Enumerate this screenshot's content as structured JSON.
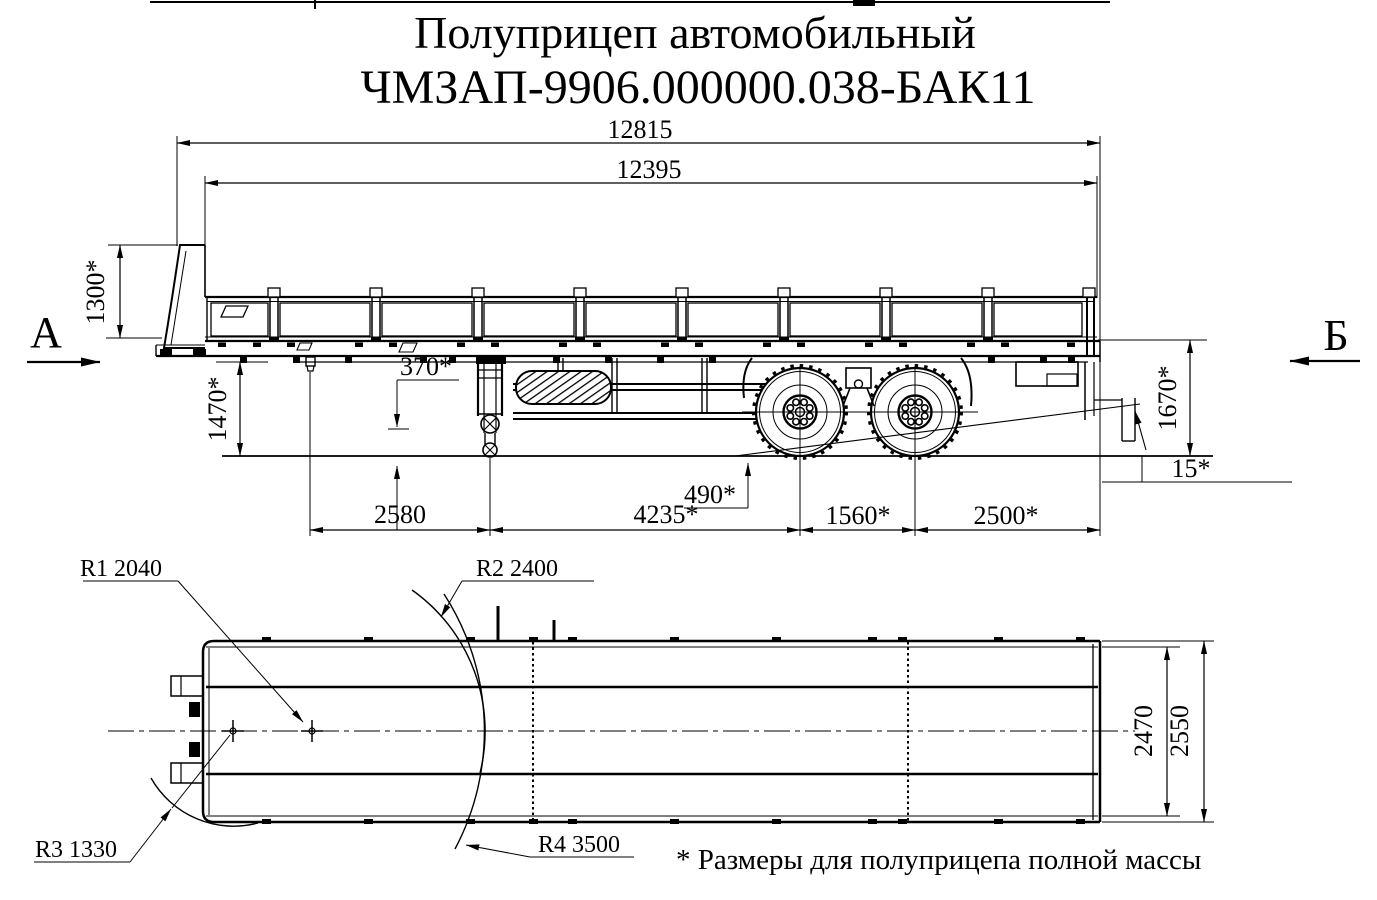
{
  "title": {
    "line1": "Полуприцеп автомобильный",
    "line2": "ЧМЗАП-9906.000000.038-БАК11"
  },
  "view_labels": {
    "left": "А",
    "right": "Б"
  },
  "side_view": {
    "length_overall": "12815",
    "length_platform": "12395",
    "front_wall_height": "1300*",
    "front_frame_height": "1470*",
    "kingpin_dim": "370*",
    "kingpin_to_legs": "2580",
    "legs_to_axle1": "4235*",
    "axle1_lead": "490*",
    "axle_spacing": "1560*",
    "axle2_to_rear": "2500*",
    "rear_height": "1670*",
    "rear_angle": "15*"
  },
  "plan_view": {
    "width_inner": "2470",
    "width_overall": "2550",
    "radius1": "R1 2040",
    "radius2": "R2 2400",
    "radius3": "R3 1330",
    "radius4": "R4 3500"
  },
  "footnote": "* Размеры для полуприцепа полной массы",
  "colors": {
    "ink": "#000000",
    "paper": "#ffffff"
  }
}
